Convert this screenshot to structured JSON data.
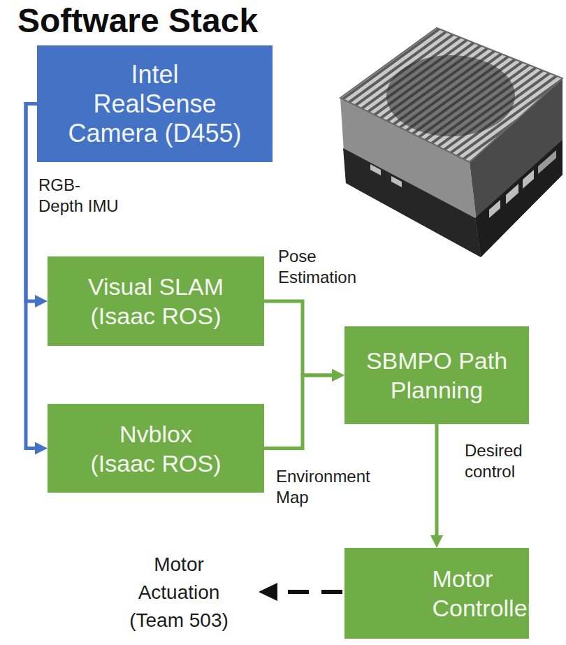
{
  "diagram": {
    "title": "Software Stack",
    "nodes": [
      {
        "text": [
          "Intel RealSense Camera (D455)"
        ]
      },
      {
        "text": [
          "Visual SLAM (Isaac ROS)"
        ]
      },
      {
        "text": [
          "Nvblox (Isaac ROS)"
        ]
      },
      {
        "text": [
          "SBMPO Path Planning"
        ]
      },
      {
        "text": [
          "Motor Controller"
        ]
      }
    ],
    "edges": [
      {
        "from": 0,
        "to": 1,
        "label": "RGB-Depth IMU",
        "arrow": "to"
      },
      {
        "from": 0,
        "to": 2,
        "arrow": "to"
      },
      {
        "from": 1,
        "to": 3,
        "label": "Pose Estimation",
        "arrow": "to"
      },
      {
        "from": 2,
        "to": 3,
        "label": "Environment Map",
        "arrow": "to"
      },
      {
        "from": 3,
        "to": 4,
        "label": "Desired control",
        "arrow": "to"
      }
    ],
    "labels": [
      "Motor Actuation (Team 503)"
    ]
  }
}
